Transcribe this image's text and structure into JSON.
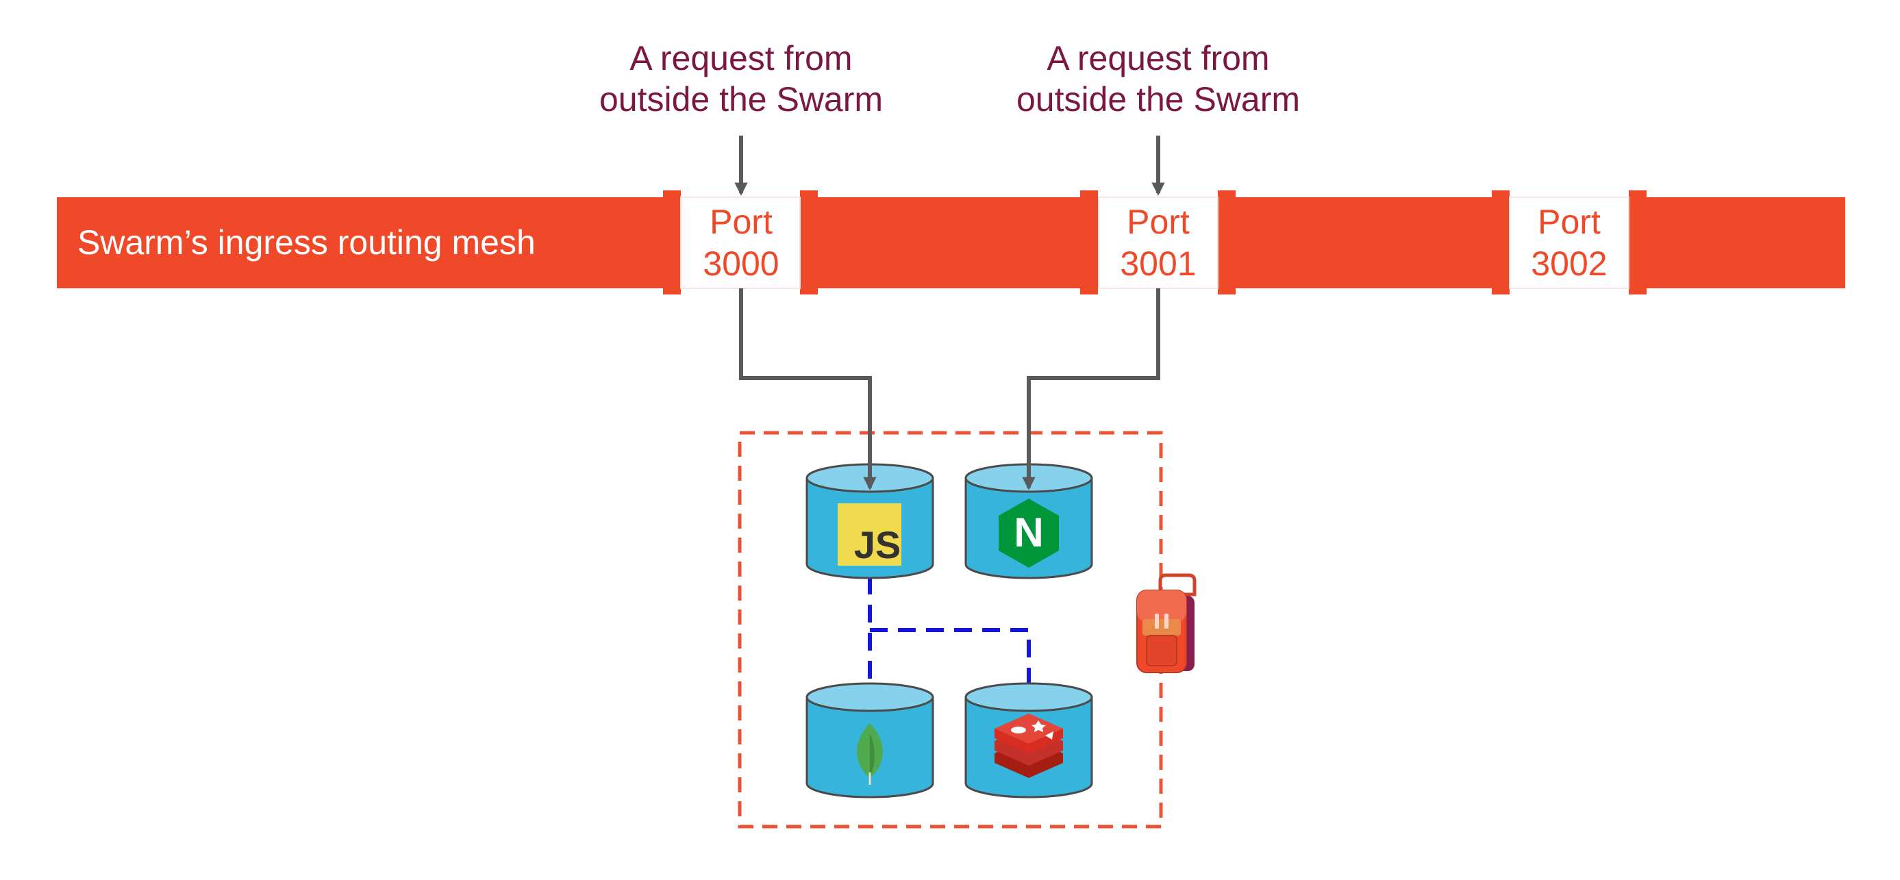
{
  "requests": [
    {
      "line1": "A request from",
      "line2": "outside the Swarm"
    },
    {
      "line1": "A request from",
      "line2": "outside the Swarm"
    }
  ],
  "mesh": {
    "label": "Swarm’s ingress routing mesh"
  },
  "ports": [
    {
      "word": "Port",
      "number": "3000"
    },
    {
      "word": "Port",
      "number": "3001"
    },
    {
      "word": "Port",
      "number": "3002"
    }
  ],
  "services": [
    {
      "name": "node",
      "icon": "javascript-logo-icon",
      "badge_text": "JS"
    },
    {
      "name": "nginx",
      "icon": "nginx-logo-icon",
      "badge_text": "N"
    },
    {
      "name": "mongo",
      "icon": "mongodb-leaf-icon"
    },
    {
      "name": "redis",
      "icon": "redis-logo-icon"
    }
  ],
  "stack_icon": "backpack-icon",
  "colors": {
    "mesh": "#f0492a",
    "request_text": "#7a1742",
    "arrow": "#5a5a5a",
    "stack_border": "#ea5335",
    "network_link": "#1414e6",
    "container_fill": "#36b4db",
    "container_top": "#86d2ec"
  }
}
